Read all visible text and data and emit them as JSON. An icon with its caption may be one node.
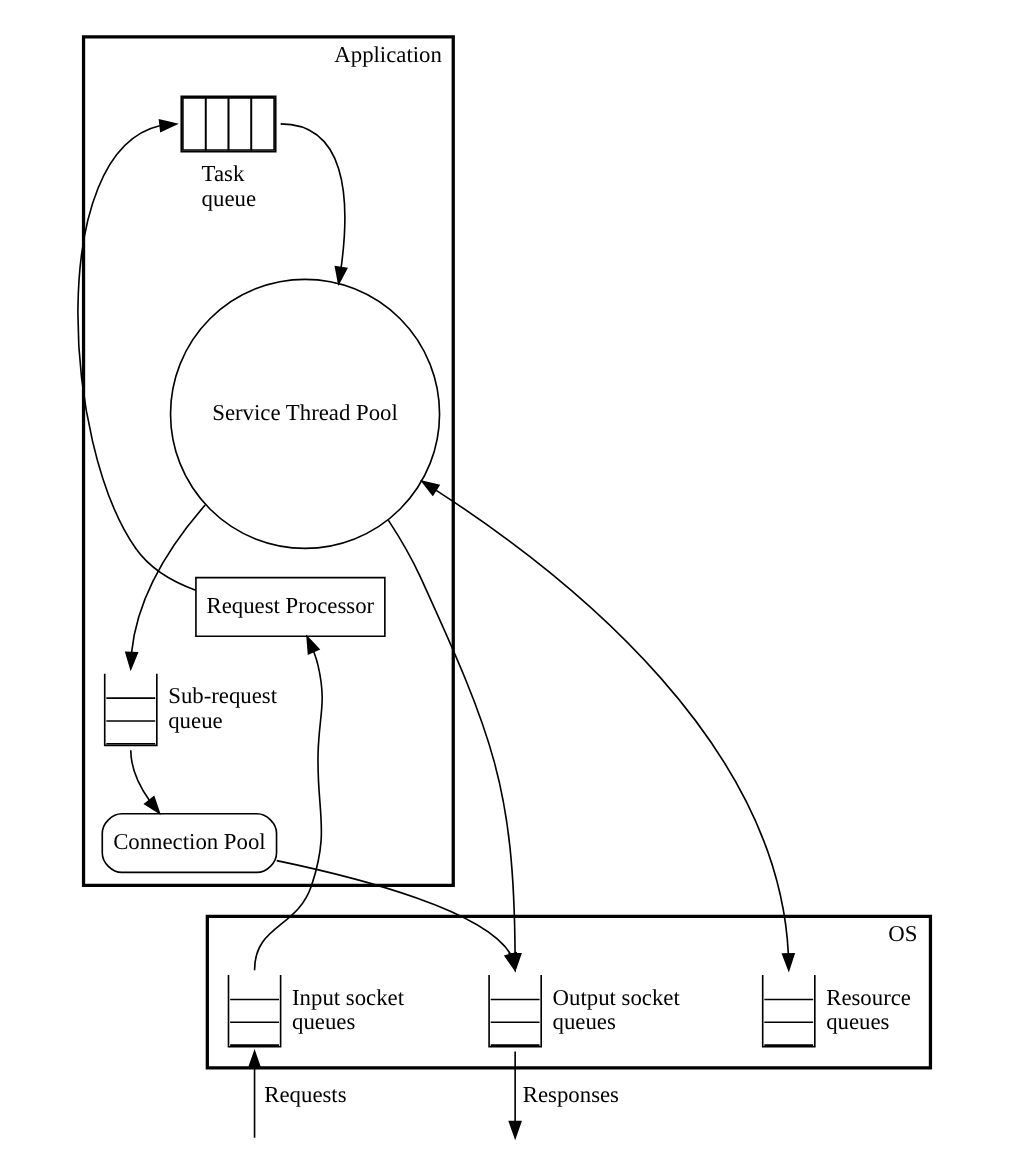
{
  "diagram": {
    "nodes": [
      {
        "text": [
          "Application"
        ]
      },
      {
        "text": [
          "Task queue"
        ],
        "in": 0
      },
      {
        "text": [
          "Service Thread Pool"
        ],
        "in": 0
      },
      {
        "text": [
          "Sub-request queue"
        ],
        "in": 0
      },
      {
        "text": [
          "Request Processor"
        ],
        "in": 0
      },
      {
        "text": [
          "Connection Pool"
        ],
        "in": 0
      },
      {
        "text": [
          "OS"
        ]
      },
      {
        "text": [
          "Input socket queues"
        ],
        "in": 6
      },
      {
        "text": [
          "Resource queues"
        ],
        "in": 6
      },
      {
        "text": [
          "Output socket queues"
        ],
        "in": 6
      }
    ],
    "edges": [
      {
        "from": 7,
        "to": 4,
        "arrow": "to"
      },
      {
        "from": 4,
        "to": 1,
        "arrow": "to"
      },
      {
        "from": 1,
        "to": 2,
        "arrow": "to"
      },
      {
        "from": 2,
        "to": 3,
        "arrow": "to"
      },
      {
        "from": 3,
        "to": 5,
        "arrow": "to"
      },
      {
        "from": 5,
        "to": 9,
        "arrow": "to"
      },
      {
        "from": 2,
        "to": 9,
        "arrow": "to"
      },
      {
        "from": 2,
        "to": 8,
        "arrow": "both"
      },
      {
        "from": null,
        "to": 7,
        "arrow": "to",
        "label": "Requests"
      },
      {
        "from": 9,
        "to": null,
        "arrow": "to",
        "label": "Responses"
      }
    ]
  }
}
